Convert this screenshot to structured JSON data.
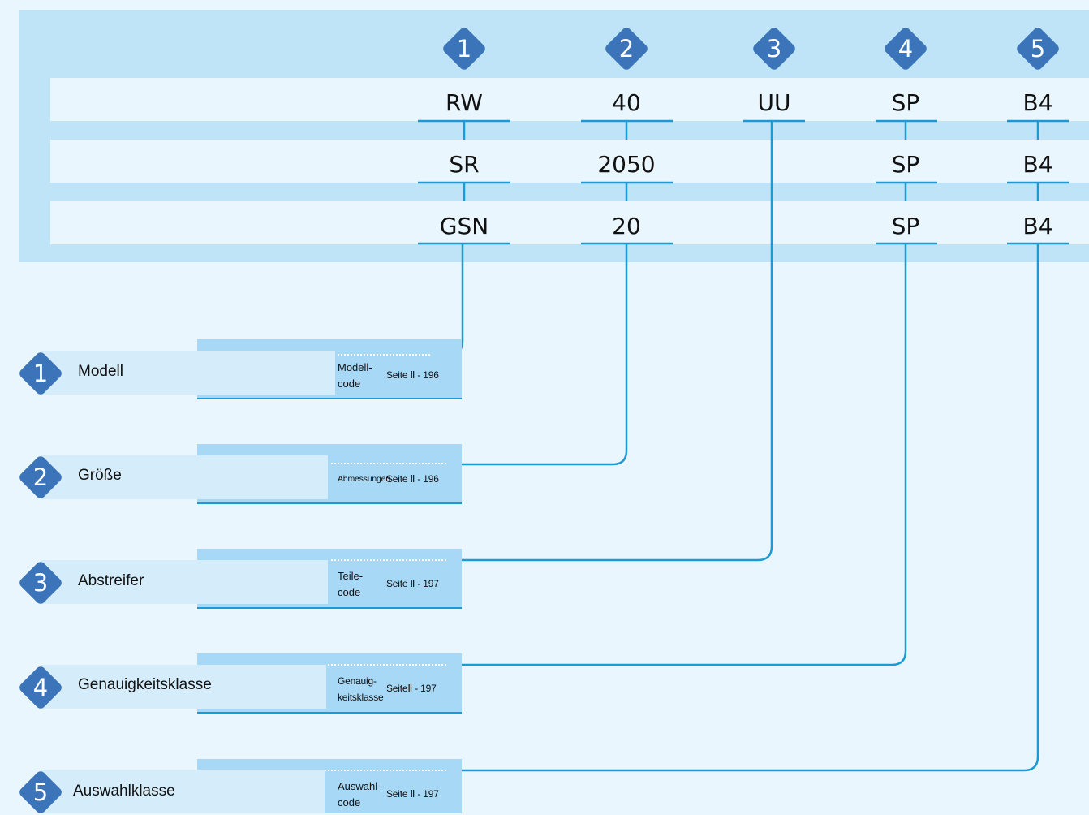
{
  "columns": [
    {
      "number": "1",
      "codes": [
        "RW",
        "SR",
        "GSN"
      ]
    },
    {
      "number": "2",
      "codes": [
        "40",
        "2050",
        "20"
      ]
    },
    {
      "number": "3",
      "codes": [
        "UU",
        "",
        ""
      ]
    },
    {
      "number": "4",
      "codes": [
        "SP",
        "SP",
        "SP"
      ]
    },
    {
      "number": "5",
      "codes": [
        "B4",
        "B4",
        "B4"
      ]
    }
  ],
  "items": [
    {
      "number": "1",
      "name": "Modell",
      "desc": [
        "Modell-",
        "code"
      ],
      "page": "Seite Ⅱ - 196"
    },
    {
      "number": "2",
      "name": "Größe",
      "desc": [
        "Abmessungen"
      ],
      "page": "Seite Ⅱ - 196"
    },
    {
      "number": "3",
      "name": "Abstreifer",
      "desc": [
        "Teile-",
        "code"
      ],
      "page": "Seite Ⅱ - 197"
    },
    {
      "number": "4",
      "name": "Genauigkeitsklasse",
      "desc": [
        "Genauig-",
        "keitsklasse"
      ],
      "page": "SeiteⅡ - 197"
    },
    {
      "number": "5",
      "name": "Auswahlklasse",
      "desc": [
        "Auswahl-",
        "code"
      ],
      "page": "Seite Ⅱ - 197"
    }
  ],
  "colors": {
    "accent": "#3b74b8",
    "line": "#1b9ad6",
    "panel": "#bfe4f8",
    "row": "#e9f6fd"
  }
}
